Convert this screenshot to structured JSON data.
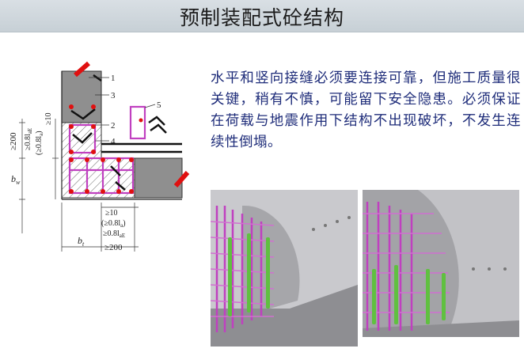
{
  "slide": {
    "title": "预制装配式砼结构",
    "body": "水平和竖向接缝必须要连接可靠，但施工质量很关键，稍有不慎，可能留下安全隐患。必须保证在荷载与地震作用下结构不出现破坏，不发生连续性倒塌。"
  },
  "diagram": {
    "callouts": [
      "1",
      "3",
      "5",
      "2",
      "4"
    ],
    "dimensions": {
      "v_200": "≥200",
      "v_08lae": "≥0.8l",
      "v_08lae_sub": "aE",
      "v_08la": "(≥0.8l",
      "v_08la_sub": "a",
      "v_08la_close": ")",
      "v_10": "≥10",
      "bw": "b",
      "bw_sub": "w",
      "h_10": "≥10",
      "h_08la": "(≥0.8l",
      "h_08la_sub": "a",
      "h_08la_close": ")",
      "h_08lae": "≥0.8l",
      "h_08lae_sub": "aE",
      "bt": "b",
      "bt_sub": "t",
      "h_200": "≥200"
    }
  },
  "colors": {
    "title_bar": "#cfd6dc",
    "body_text": "#1f2d7a",
    "rebar": "#c040c0",
    "concrete": "#8f8f8f",
    "accent_red": "#e01010"
  }
}
